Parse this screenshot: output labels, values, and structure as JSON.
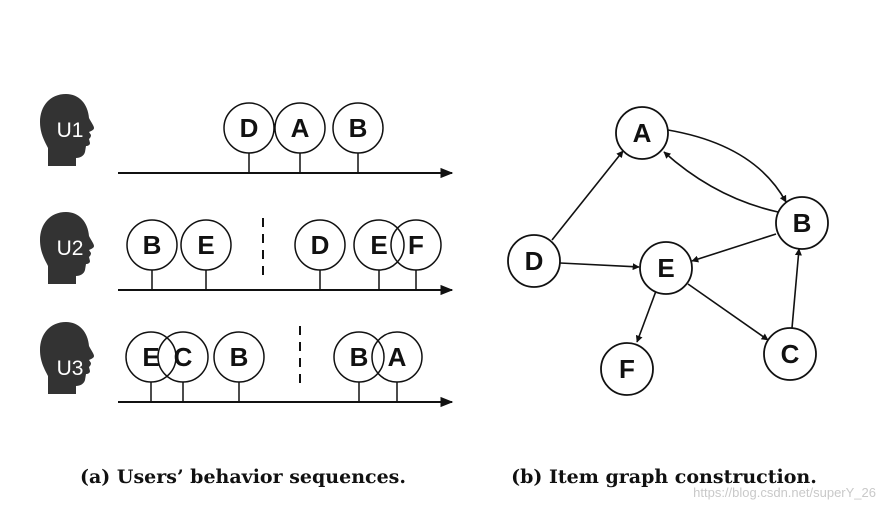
{
  "users": [
    {
      "label": "U1",
      "items": [
        "D",
        "A",
        "B"
      ]
    },
    {
      "label": "U2",
      "items": [
        "B",
        "E",
        "D",
        "E",
        "F"
      ]
    },
    {
      "label": "U3",
      "items": [
        "E",
        "C",
        "B",
        "B",
        "A"
      ]
    }
  ],
  "graph": {
    "nodes": [
      "A",
      "B",
      "C",
      "D",
      "E",
      "F"
    ],
    "edges": [
      {
        "from": "D",
        "to": "A"
      },
      {
        "from": "A",
        "to": "B"
      },
      {
        "from": "B",
        "to": "A"
      },
      {
        "from": "D",
        "to": "E"
      },
      {
        "from": "B",
        "to": "E"
      },
      {
        "from": "E",
        "to": "F"
      },
      {
        "from": "E",
        "to": "C"
      },
      {
        "from": "C",
        "to": "B"
      }
    ]
  },
  "captions": {
    "left": "(a) Users’ behavior sequences.",
    "right": "(b) Item graph construction."
  },
  "watermark": "https://blog.csdn.net/superY_26"
}
